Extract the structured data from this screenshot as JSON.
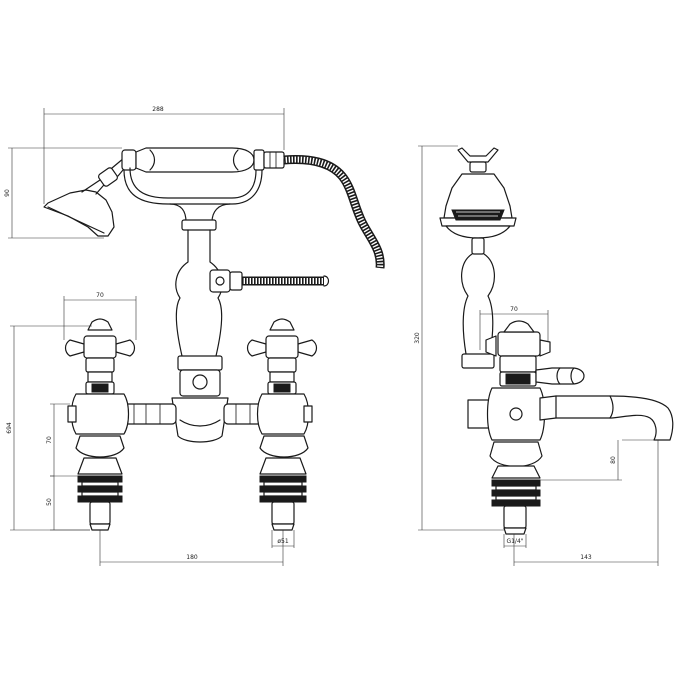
{
  "dimensions": {
    "front_width": "288",
    "front_handset_height": "90",
    "front_left_handle": "70",
    "front_overall_height": "694",
    "front_body_height": "70",
    "front_tail_height": "50",
    "front_centres": "180",
    "front_tail_diameter": "ø51",
    "side_overall_height": "320",
    "side_handle": "70",
    "side_spout_height": "80",
    "side_thread": "G1/4\"",
    "side_spout_projection": "143"
  },
  "colors": {
    "line": "#1a1a1a",
    "background": "#ffffff"
  }
}
